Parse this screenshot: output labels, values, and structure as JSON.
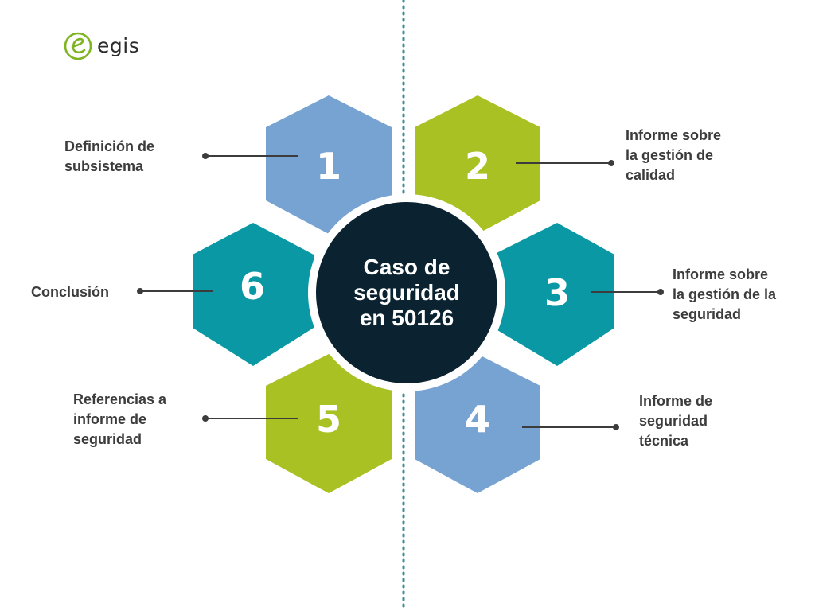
{
  "logo": {
    "text": "egis",
    "mark_color": "#7fb522"
  },
  "colors": {
    "blue": "#77a3d3",
    "green": "#a9c123",
    "teal": "#0a98a4",
    "center": "#0b2330",
    "divider": "#3d8b96",
    "connector": "#3c3c3c"
  },
  "center": {
    "title": "Caso de\nseguridad\nen 50126"
  },
  "segments": [
    {
      "number": "1",
      "label": "Definición de\nsubsistema",
      "color": "blue"
    },
    {
      "number": "2",
      "label": "Informe sobre\nla gestión de\ncalidad",
      "color": "green"
    },
    {
      "number": "3",
      "label": "Informe sobre\nla gestión de la\nseguridad",
      "color": "teal"
    },
    {
      "number": "4",
      "label": "Informe de\nseguridad\ntécnica",
      "color": "blue"
    },
    {
      "number": "5",
      "label": "Referencias a\ninforme de\nseguridad",
      "color": "green"
    },
    {
      "number": "6",
      "label": "Conclusión",
      "color": "teal"
    }
  ]
}
